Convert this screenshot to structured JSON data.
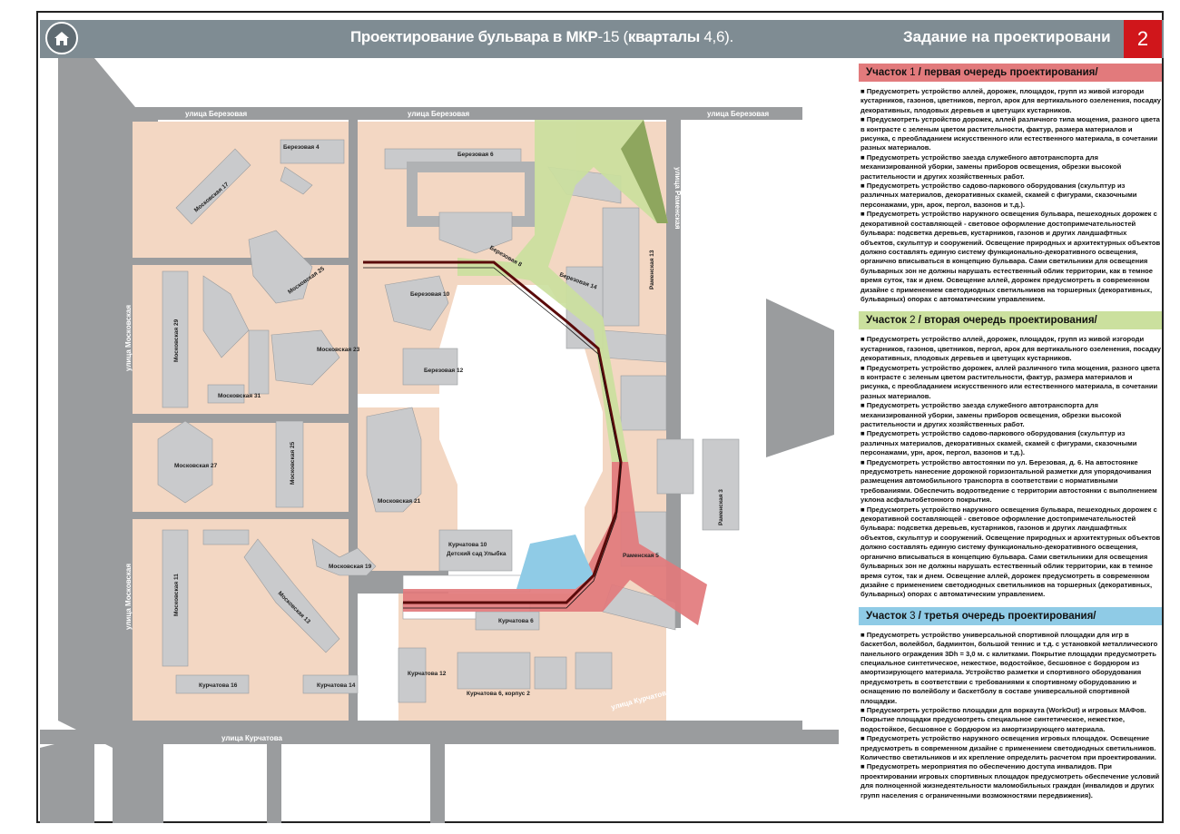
{
  "header": {
    "title_main": "Проектирование бульвара в МКР",
    "title_num": "-15 (",
    "title_bold2": "кварталы",
    "title_num2": " 4,6).",
    "task_title": "Задание на проектировани",
    "page_number": "2"
  },
  "streets": {
    "berezovaya": "улица Березовая",
    "moskovskaya": "улица Московская",
    "ramenskaya": "улица Раменская",
    "kurchatova": "улица Курчатова"
  },
  "buildings": {
    "b_berez4": "Березовая 4",
    "b_berez6": "Березовая 6",
    "b_berez8": "Березовая 8",
    "b_berez10": "Березовая 10",
    "b_berez12": "Березовая 12",
    "b_mosk17": "Московская 17",
    "b_mosk25": "Московская 25",
    "b_mosk23": "Московская 23",
    "b_mosk29": "Московская 29",
    "b_mosk31": "Московская 31",
    "b_mosk27": "Московская 27",
    "b_mosk25b": "Московская 25",
    "b_mosk21": "Московская 21",
    "b_mosk19": "Московская 19",
    "b_mosk11": "Московская 11",
    "b_mosk13": "Московская 13",
    "b_kurch10": "Курчатова 10",
    "b_kinder": "Детский сад Улыбка",
    "b_kurch6": "Курчатова 6",
    "b_kurch12": "Курчатова 12",
    "b_kurch16": "Курчатова 16",
    "b_kurch14": "Курчатова 14",
    "b_kurch6k2": "Курчатова 6, корпус 2",
    "b_ram13": "Раменская 13",
    "b_ram14": "Березовая 14",
    "b_ram3": "Раменская 3",
    "b_ram5": "Раменская 5"
  },
  "sections": [
    {
      "label": "Участок ",
      "num": "1",
      "rest": " / первая очередь проектирования/",
      "items": [
        "Предусмотреть устройство аллей, дорожек, площадок, групп из живой изгороди кустарников, газонов, цветников, пергол, арок для вертикального озеленения, посадку декоративных, плодовых деревьев и цветущих кустарников.",
        "Предусмотреть устройство дорожек, аллей различного типа мощения, разного цвета в контрасте с зеленым цветом растительности, фактур, размера материалов и рисунка, с преобладанием искусственного или естественного материала, в сочетании разных материалов.",
        "Предусмотреть устройство заезда служебного автотранспорта для механизированной уборки, замены приборов освещения, обрезки высокой растительности и других хозяйственных работ.",
        "Предусмотреть устройство садово-паркового оборудования (скульптур из различных материалов, декоративных скамей, скамей с фигурами, сказочными персонажами, урн, арок, пергол, вазонов и т.д.).",
        "Предусмотреть устройство наружного освещения бульвара, пешеходных дорожек с декоративной составляющей - световое оформление достопримечательностей бульвара: подсветка деревьев, кустарников, газонов и других ландшафтных объектов, скульптур и сооружений. Освещение природных и архитектурных объектов должно составлять единую систему функционально-декоративного освещения, органично вписываться в концепцию бульвара. Сами светильники для освещения бульварных зон не должны нарушать естественный облик территории, как в темное время суток, так и днем. Освещение аллей, дорожек предусмотреть в современном дизайне с применением светодиодных светильников на торшерных (декоративных, бульварных) опорах с автоматическим управлением."
      ]
    },
    {
      "label": "Участок ",
      "num": "2",
      "rest": " / вторая очередь проектирования/",
      "items": [
        "Предусмотреть устройство аллей, дорожек, площадок, групп из живой изгороди кустарников, газонов, цветников, пергол, арок для вертикального озеленения, посадку декоративных, плодовых деревьев и цветущих кустарников.",
        "Предусмотреть устройство дорожек, аллей различного типа мощения, разного цвета в контрасте с зеленым цветом растительности, фактур, размера материалов и рисунка, с преобладанием искусственного или естественного материала, в сочетании разных материалов.",
        "Предусмотреть устройство заезда служебного автотранспорта для механизированной уборки, замены приборов освещения, обрезки высокой растительности и других хозяйственных работ.",
        "Предусмотреть устройство садово-паркового оборудования (скульптур из различных материалов, декоративных скамей, скамей с фигурами, сказочными персонажами, урн, арок, пергол, вазонов и т.д.).",
        "Предусмотреть устройство автостоянки по ул. Березовая, д. 6. На автостоянке предусмотреть нанесение дорожной горизонтальной разметки для упорядочивания размещения автомобильного транспорта в соответствии с нормативными требованиями. Обеспечить водоотведение с территории автостоянки с выполнением уклона асфальтобетонного покрытия.",
        "Предусмотреть устройство наружного освещения бульвара, пешеходных дорожек с декоративной составляющей - световое оформление достопримечательностей бульвара: подсветка деревьев, кустарников, газонов и других ландшафтных объектов, скульптур и сооружений. Освещение природных и архитектурных объектов должно составлять единую систему функционально-декоративного освещения, органично вписываться в концепцию бульвара. Сами светильники для освещения бульварных зон не должны нарушать естественный облик территории, как в темное время суток, так и днем. Освещение аллей, дорожек предусмотреть в современном дизайне с применением светодиодных светильников на торшерных (декоративных, бульварных) опорах с автоматическим управлением."
      ]
    },
    {
      "label": "Участок ",
      "num": "3",
      "rest": " / третья очередь проектирования/",
      "items": [
        "Предусмотреть устройство универсальной спортивной площадки для игр в баскетбол, волейбол, бадминтон, большой теннис и т.д. с установкой металлического панельного ограждения 3Dh = 3,0 м. с калитками. Покрытие площадки предусмотреть специальное синтетическое, нежесткое, водостойкое, бесшовное с бордюром из амортизирующего материала. Устройство разметки и спортивного оборудования предусмотреть в соответствии с требованиями к спортивному оборудованию и оснащению по волейболу и баскетболу в составе универсальной спортивной площадки.",
        "Предусмотреть устройство площадки для воркаута (WorkOut) и игровых МАФов. Покрытие площадки предусмотреть специальное синтетическое, нежесткое, водостойкое, бесшовное с бордюром из амортизирующего материала.",
        "Предусмотреть устройство наружного освещения игровых площадок. Освещение предусмотреть в современном дизайне с применением светодиодных светильников. Количество светильников и их крепление определить расчетом при проектировании.",
        "Предусмотреть мероприятия по обеспечению доступа инвалидов. При проектировании игровых спортивных площадок предусмотреть обеспечение условий для полноценной жизнедеятельности маломобильных граждан (инвалидов и других групп населения с ограниченными возможностями передвижения)."
      ]
    }
  ],
  "colors": {
    "header_bg": "#7f8c93",
    "page_badge": "#d0161b",
    "section1": "#e27a7c",
    "section2": "#cbe09e",
    "section3": "#8fcbe6",
    "road": "#9a9c9e",
    "block": "#f3d7c3",
    "building": "#c9cacc"
  },
  "icons": {
    "logo": "house-emblem-icon"
  }
}
